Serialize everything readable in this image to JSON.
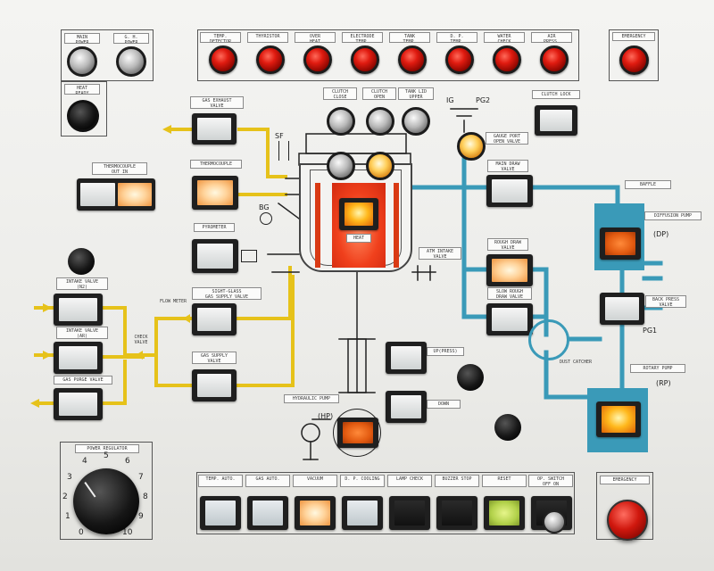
{
  "top_left": {
    "main_power": "MAIN\nPOWER",
    "gh_power": "G. H.\nPOWER",
    "heat_ready": "HEAT\nREADY"
  },
  "top_indicators": [
    "TEMP.\nDETECTOR",
    "THYRISTOR",
    "OVER\nHEAT",
    "ELECTRODE\nTEMP.",
    "TANK\nTEMP.",
    "D. P.\nTEMP.",
    "WATER\nCHECK",
    "AIR\nPRESS."
  ],
  "emergency_top": "EMERGENCY",
  "clutch": {
    "close": "CLUTCH\nCLOSE",
    "open": "CLUTCH\nOPEN",
    "tank_lid_upper": "TANK LID\nUPPER",
    "clutch_lock": "CLUTCH LOCK"
  },
  "left": {
    "gas_exhaust": "GAS EXHAUST\nVALVE",
    "thermocouple_in": "THERMOCOUPLE\nOUT     IN",
    "thermocouple": "THERMOCOUPLE",
    "pyrometer": "PYROMETER",
    "sight_glass": "SIGHT-GLASS\nGAS SUPPLY VALVE",
    "flow_meter": "FLOW METER",
    "check_valve": "CHECK\nVALVE",
    "gas_supply": "GAS SUPPLY\nVALVE",
    "intake_n2": "INTAKE VALVE\n(N2)",
    "intake_ar": "INTAKE VALVE\n(Ar)",
    "gas_purge": "GAS PURGE VALVE"
  },
  "center": {
    "sf": "SF",
    "bg": "BG",
    "heat": "HEAT",
    "atm_intake": "ATM INTAKE\nVALVE",
    "up_press": "UP(PRESS)",
    "down": "DOWN",
    "hydraulic_pump": "HYDRAULIC PUMP",
    "hp": "(HP)"
  },
  "right": {
    "ig": "IG",
    "pg2": "PG2",
    "gauge_port": "GAUGE PORT\nOPEN VALVE",
    "main_draw": "MAIN DRAW\nVALVE",
    "baffle": "BAFFLE",
    "diffusion_pump": "DIFFUSION PUMP",
    "dp": "(DP)",
    "rough_draw": "ROUGH DRAW\nVALVE",
    "slow_rough": "SLOW ROUGH\nDRAW VALVE",
    "back_press": "BACK PRESS\nVALVE",
    "pg1": "PG1",
    "dust_catcher": "DUST CATCHER",
    "rotary_pump": "ROTARY PUMP",
    "rp": "(RP)"
  },
  "power_regulator": {
    "label": "POWER REGULATOR",
    "numbers": [
      "0",
      "1",
      "2",
      "3",
      "4",
      "5",
      "6",
      "7",
      "8",
      "9",
      "10"
    ]
  },
  "bottom": [
    "TEMP. AUTO.",
    "GAS AUTO.",
    "VACUUM",
    "D. P. COOLING",
    "LAMP CHECK",
    "BUZZER STOP",
    "RESET",
    "OP. SWITCH\nOFF    ON"
  ],
  "emergency_bottom": "EMERGENCY",
  "colors": {
    "gas_line": "#e6c21a",
    "vacuum_line": "#3a9ab8",
    "pilot_red": "#e01b10",
    "pilot_amber": "#ffb81c"
  }
}
